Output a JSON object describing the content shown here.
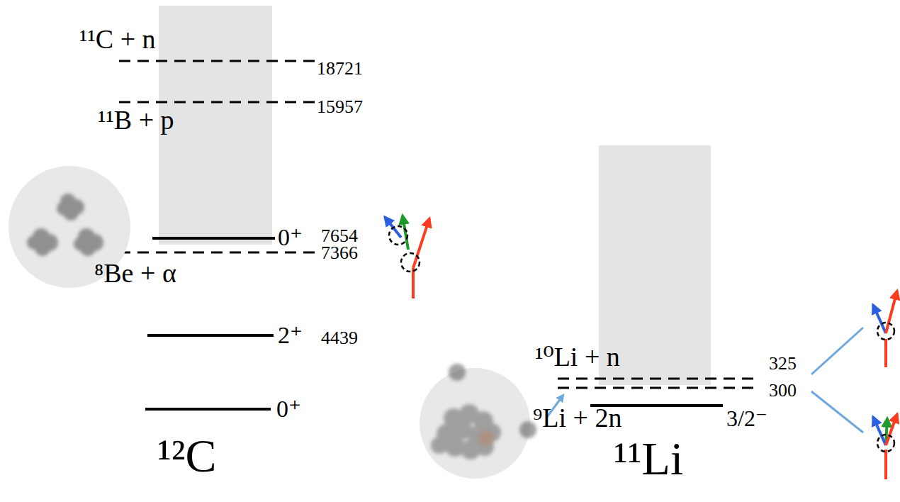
{
  "diagram": {
    "labels": [
      "¹¹C + n",
      "18721",
      "¹¹B + p",
      "15957",
      "0⁺",
      "7654",
      "7366",
      "⁸Be + α",
      "2⁺",
      "4439",
      "0⁺",
      "¹²C",
      "¹⁰Li + n",
      "325",
      "300",
      "⁹Li + 2n",
      "3/2⁻",
      "¹¹Li"
    ]
  }
}
